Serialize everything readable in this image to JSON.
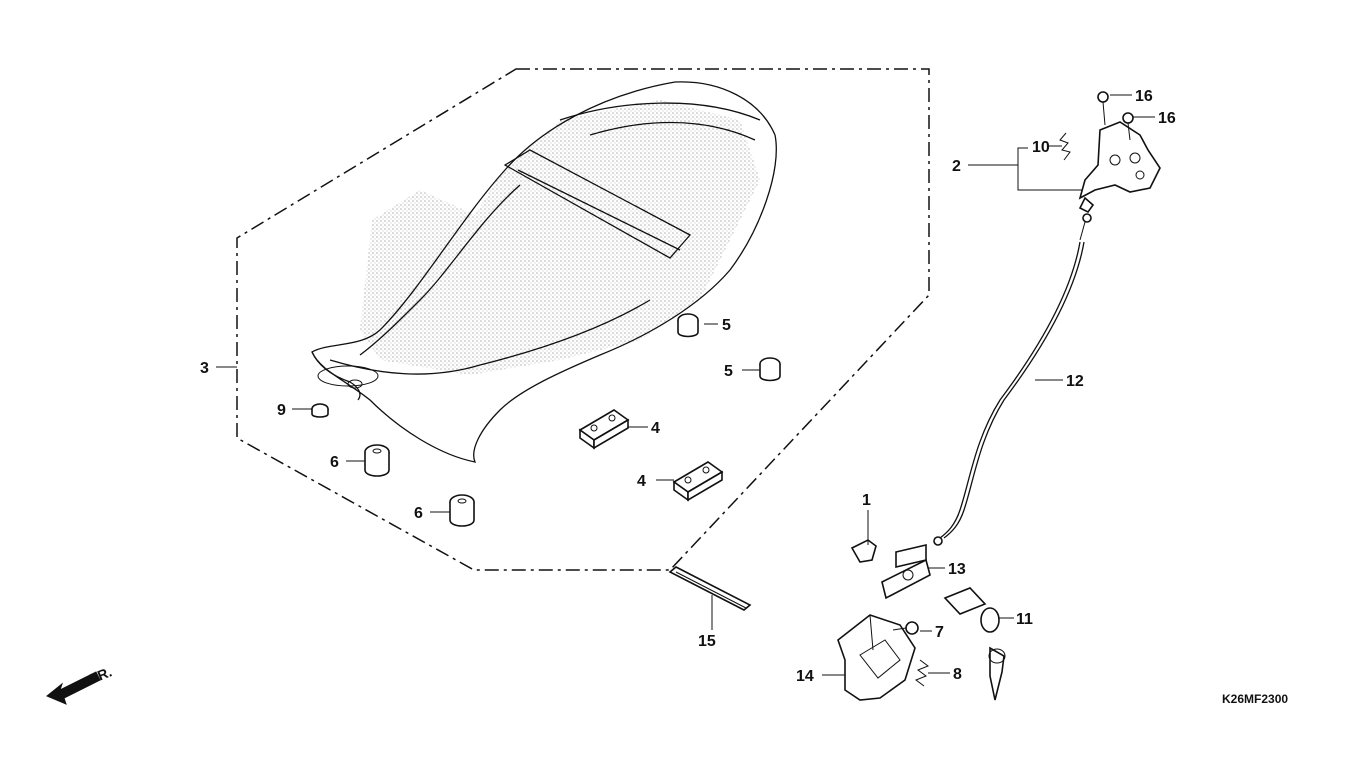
{
  "diagram": {
    "code": "K26MF2300",
    "front_label": "FR.",
    "callouts": [
      {
        "id": "c1",
        "text": "1"
      },
      {
        "id": "c2",
        "text": "2"
      },
      {
        "id": "c3",
        "text": "3"
      },
      {
        "id": "c4a",
        "text": "4"
      },
      {
        "id": "c4b",
        "text": "4"
      },
      {
        "id": "c5a",
        "text": "5"
      },
      {
        "id": "c5b",
        "text": "5"
      },
      {
        "id": "c6a",
        "text": "6"
      },
      {
        "id": "c6b",
        "text": "6"
      },
      {
        "id": "c7",
        "text": "7"
      },
      {
        "id": "c8",
        "text": "8"
      },
      {
        "id": "c9",
        "text": "9"
      },
      {
        "id": "c10",
        "text": "10"
      },
      {
        "id": "c11",
        "text": "11"
      },
      {
        "id": "c12",
        "text": "12"
      },
      {
        "id": "c13",
        "text": "13"
      },
      {
        "id": "c14",
        "text": "14"
      },
      {
        "id": "c15",
        "text": "15"
      },
      {
        "id": "c16a",
        "text": "16"
      },
      {
        "id": "c16b",
        "text": "16"
      }
    ]
  }
}
